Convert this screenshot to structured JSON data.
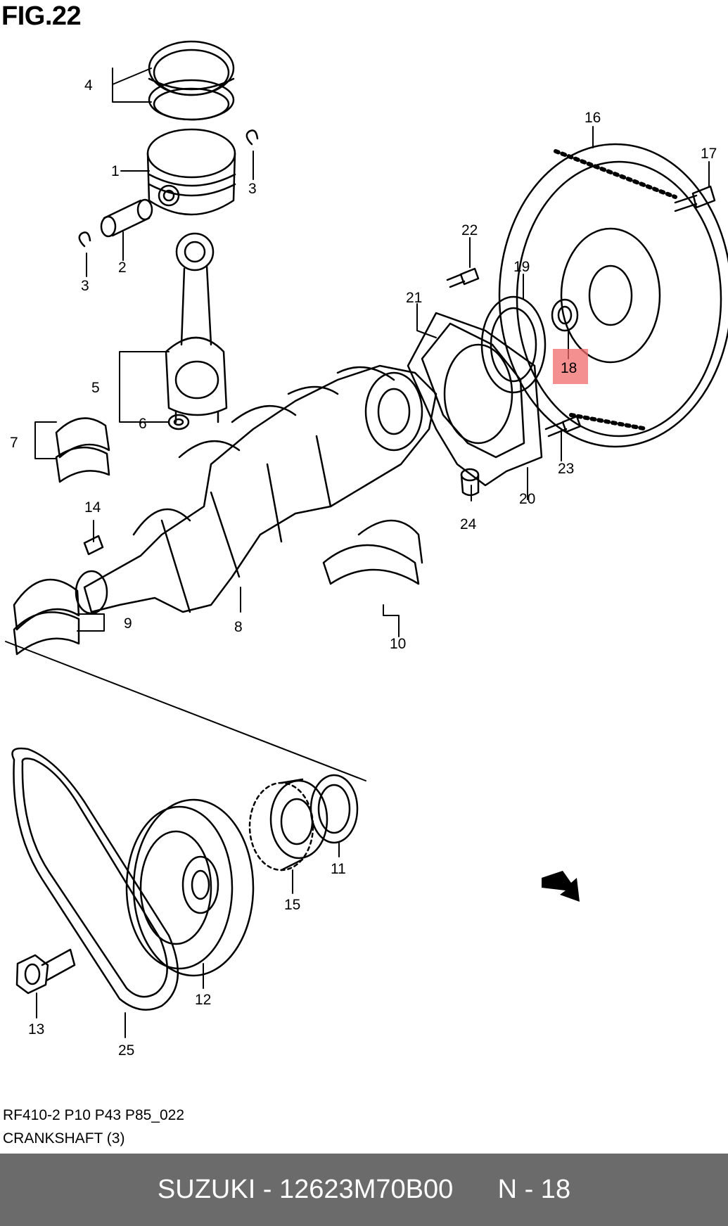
{
  "figure": {
    "title": "FIG.22",
    "code": "RF410-2 P10 P43 P85_022",
    "name": "CRANKSHAFT (3)"
  },
  "callouts": [
    {
      "id": "c1",
      "label": "1"
    },
    {
      "id": "c2",
      "label": "2"
    },
    {
      "id": "c3a",
      "label": "3"
    },
    {
      "id": "c3b",
      "label": "3"
    },
    {
      "id": "c4",
      "label": "4"
    },
    {
      "id": "c5",
      "label": "5"
    },
    {
      "id": "c6",
      "label": "6"
    },
    {
      "id": "c7",
      "label": "7"
    },
    {
      "id": "c8",
      "label": "8"
    },
    {
      "id": "c9",
      "label": "9"
    },
    {
      "id": "c10",
      "label": "10"
    },
    {
      "id": "c11",
      "label": "11"
    },
    {
      "id": "c12",
      "label": "12"
    },
    {
      "id": "c13",
      "label": "13"
    },
    {
      "id": "c14",
      "label": "14"
    },
    {
      "id": "c15",
      "label": "15"
    },
    {
      "id": "c16",
      "label": "16"
    },
    {
      "id": "c17",
      "label": "17"
    },
    {
      "id": "c18",
      "label": "18",
      "highlighted": true
    },
    {
      "id": "c19",
      "label": "19"
    },
    {
      "id": "c20",
      "label": "20"
    },
    {
      "id": "c21",
      "label": "21"
    },
    {
      "id": "c22",
      "label": "22"
    },
    {
      "id": "c23",
      "label": "23"
    },
    {
      "id": "c24",
      "label": "24"
    },
    {
      "id": "c25",
      "label": "25"
    }
  ],
  "fwd_marker": "FWD",
  "highlight_color": "#f26b6b",
  "footer": {
    "brand_part": "SUZUKI - 12623M70B00",
    "ref": "N - 18"
  }
}
